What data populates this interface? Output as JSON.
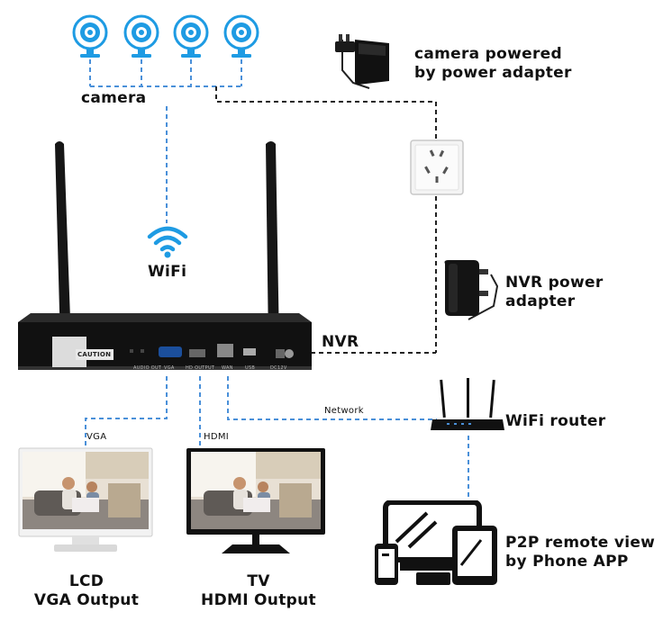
{
  "labels": {
    "camera": "camera",
    "camera_power_line1": "camera powered",
    "camera_power_line2": "by power  adapter",
    "wifi": "WiFi",
    "nvr": "NVR",
    "nvr_power_line1": "NVR power",
    "nvr_power_line2": "adapter",
    "wifi_router": "WiFi router",
    "network": "Network",
    "vga": "VGA",
    "hdmi": "HDMI",
    "lcd_line1": "LCD",
    "lcd_line2": "VGA Output",
    "tv_line1": "TV",
    "tv_line2": "HDMI Output",
    "p2p_line1": "P2P remote view",
    "p2p_line2": "by Phone APP"
  },
  "nvr_panel": {
    "caution": "CAUTION",
    "port_audio": "AUDIO OUT",
    "port_vga": "VGA",
    "port_hdmi": "HD OUTPUT",
    "port_wan": "WAN",
    "port_usb": "USB",
    "port_dc": "DC12V"
  },
  "colors": {
    "camera_blue": "#1e9be3",
    "line_blue": "#4a90d9",
    "line_black": "#222222",
    "wifi_blue": "#1e9be3",
    "device_black": "#111111"
  }
}
